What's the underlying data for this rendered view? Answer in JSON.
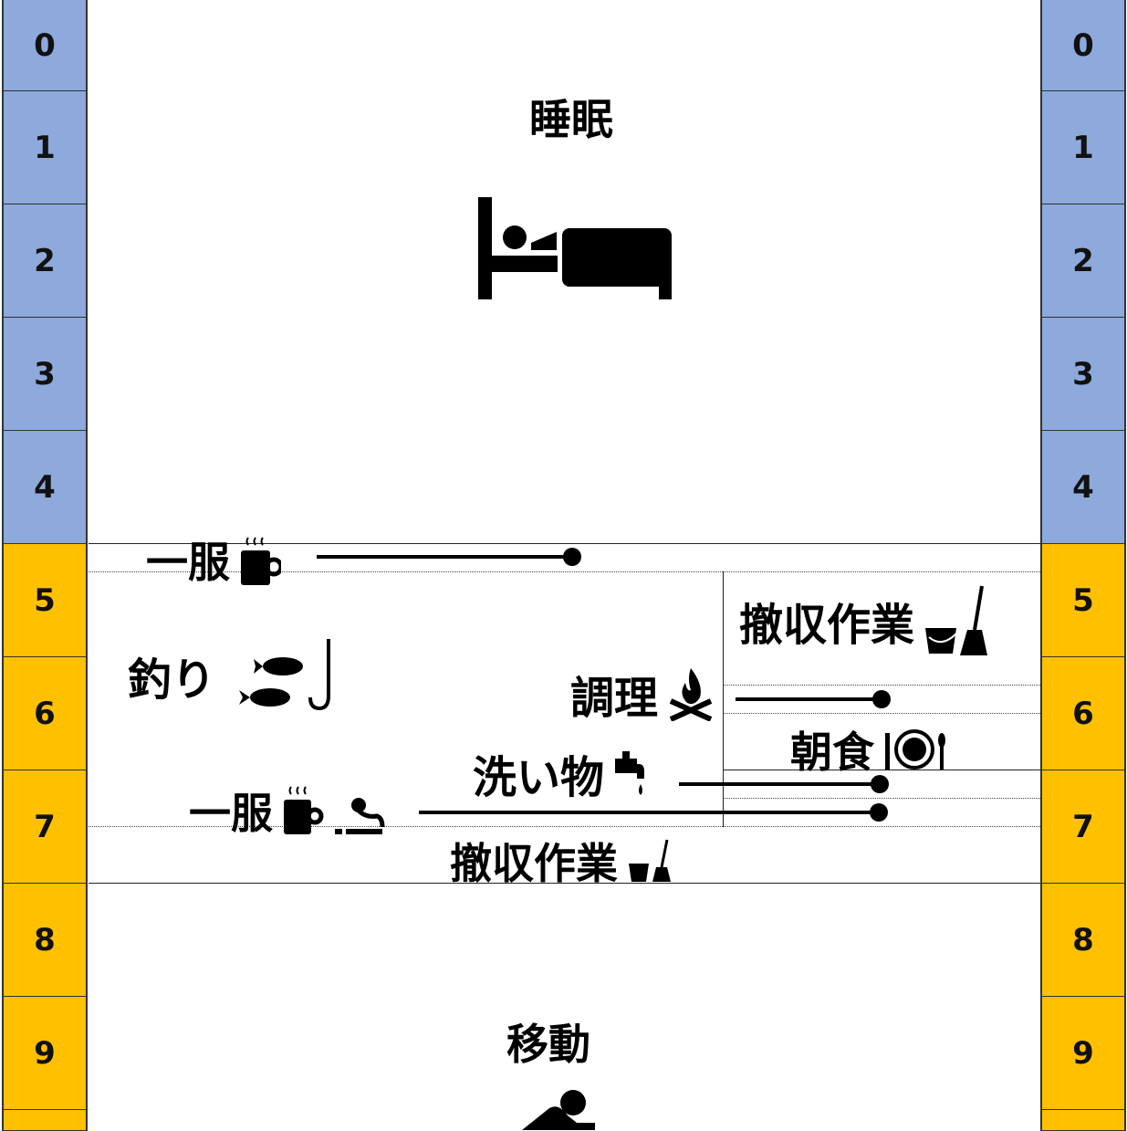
{
  "hours": [
    "0",
    "1",
    "2",
    "3",
    "4",
    "5",
    "6",
    "7",
    "8",
    "9",
    ""
  ],
  "colors": {
    "night": "#8EA9DB",
    "day": "#FFC000"
  },
  "activities": {
    "sleep": {
      "label": "睡眠",
      "icon": "bed-icon"
    },
    "break1": {
      "label": "一服",
      "icon": "coffee-mug-icon"
    },
    "fishing": {
      "label": "釣り",
      "icon": "fish-hook-icon"
    },
    "cooking": {
      "label": "調理",
      "icon": "campfire-icon"
    },
    "teardown1": {
      "label": "撤収作業",
      "icon": "bucket-broom-icon"
    },
    "breakfast": {
      "label": "朝食",
      "icon": "plate-cutlery-icon"
    },
    "dishes": {
      "label": "洗い物",
      "icon": "faucet-icon"
    },
    "break2": {
      "label": "一服",
      "icon": "coffee-cigarette-icon"
    },
    "teardown2": {
      "label": "撤収作業",
      "icon": "bucket-broom-icon"
    },
    "travel": {
      "label": "移動",
      "icon": "driver-icon"
    }
  }
}
